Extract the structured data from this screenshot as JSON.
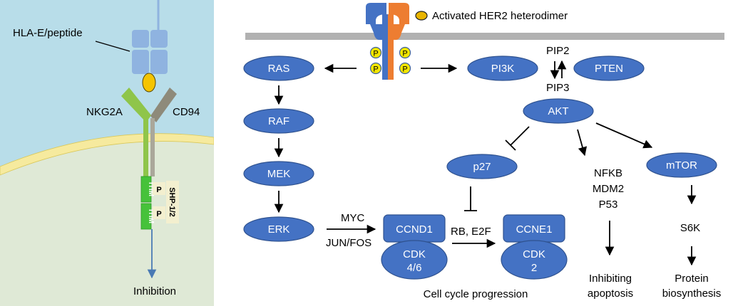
{
  "left_panel": {
    "hla_label": "HLA-E/peptide",
    "nkg2a_label": "NKG2A",
    "cd94_label": "CD94",
    "itim_labels": [
      "ITIM",
      "ITIM"
    ],
    "phospho_labels": [
      "P",
      "P"
    ],
    "shp_label": "SHP-1/2",
    "inhibition_label": "Inhibition"
  },
  "right_panel": {
    "her2_label": "Activated HER2 heterodimer",
    "phospho_labels": [
      "P",
      "P",
      "P",
      "P"
    ],
    "nodes": {
      "ras": "RAS",
      "raf": "RAF",
      "mek": "MEK",
      "erk": "ERK",
      "pi3k": "PI3K",
      "pten": "PTEN",
      "akt": "AKT",
      "p27": "p27",
      "mtor": "mTOR",
      "ccnd1": "CCND1",
      "cdk46": [
        "CDK",
        "4/6"
      ],
      "ccne1": "CCNE1",
      "cdk2": [
        "CDK",
        "2"
      ]
    },
    "labels": {
      "pip2": "PIP2",
      "pip3": "PIP3",
      "myc": "MYC",
      "junfos": "JUN/FOS",
      "rbe2f": "RB, E2F",
      "nfkb": "NFKB",
      "mdm2": "MDM2",
      "p53": "P53",
      "s6k": "S6K",
      "inhibiting_apoptosis": [
        "Inhibiting",
        "apoptosis"
      ],
      "protein_biosynthesis": [
        "Protein",
        "biosynthesis"
      ],
      "cell_cycle": "Cell cycle progression"
    }
  },
  "colors": {
    "extracellular": "#b8dde9",
    "cytoplasm": "#dfe9d6",
    "membrane": "#f6ea9e",
    "node_fill": "#4472c4",
    "node_stroke": "#2f528f",
    "her2_blue": "#4472c4",
    "her2_orange": "#ed7d31",
    "nkg2a_green": "#8fc54a",
    "cd94_gray": "#8e8a7a",
    "itim_green": "#46c23a",
    "inhibition_arrow": "#4a7ab4"
  }
}
